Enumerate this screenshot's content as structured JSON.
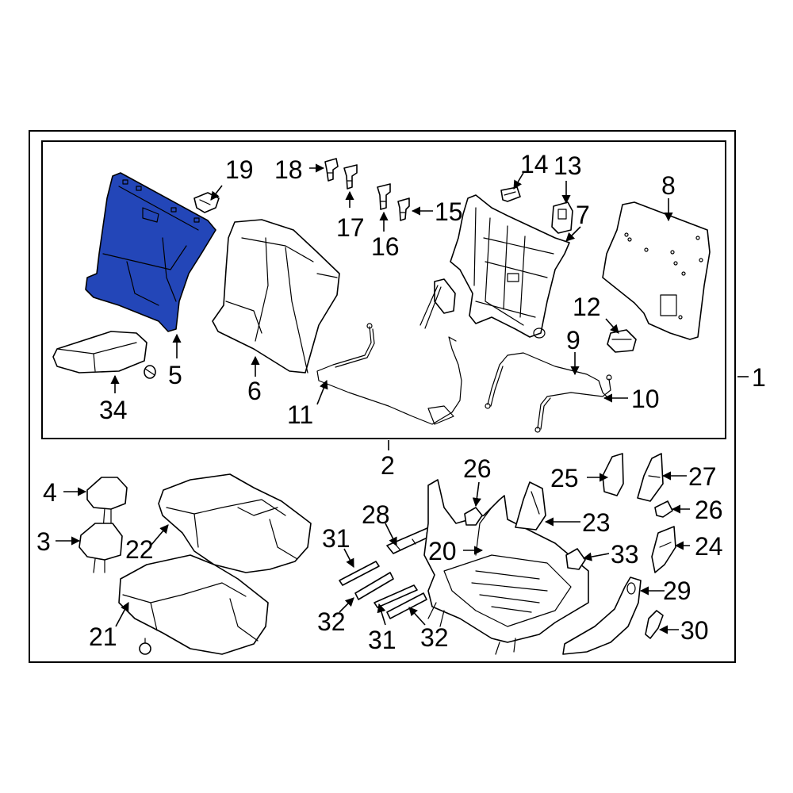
{
  "colors": {
    "highlight": "#2346b8",
    "highlight_shade": "#1a3494",
    "line": "#000000",
    "background": "#ffffff"
  },
  "highlighted_part": "5",
  "callouts": {
    "c1": "1",
    "c2": "2",
    "c3": "3",
    "c4": "4",
    "c5": "5",
    "c6": "6",
    "c7": "7",
    "c8": "8",
    "c9": "9",
    "c10": "10",
    "c11": "11",
    "c12": "12",
    "c13": "13",
    "c14": "14",
    "c15": "15",
    "c16": "16",
    "c17": "17",
    "c18": "18",
    "c19": "19",
    "c20": "20",
    "c21": "21",
    "c22": "22",
    "c23": "23",
    "c24": "24",
    "c25": "25",
    "c26a": "26",
    "c26b": "26",
    "c27": "27",
    "c28": "28",
    "c29": "29",
    "c30": "30",
    "c31a": "31",
    "c31b": "31",
    "c32a": "32",
    "c32b": "32",
    "c33": "33",
    "c34": "34"
  }
}
